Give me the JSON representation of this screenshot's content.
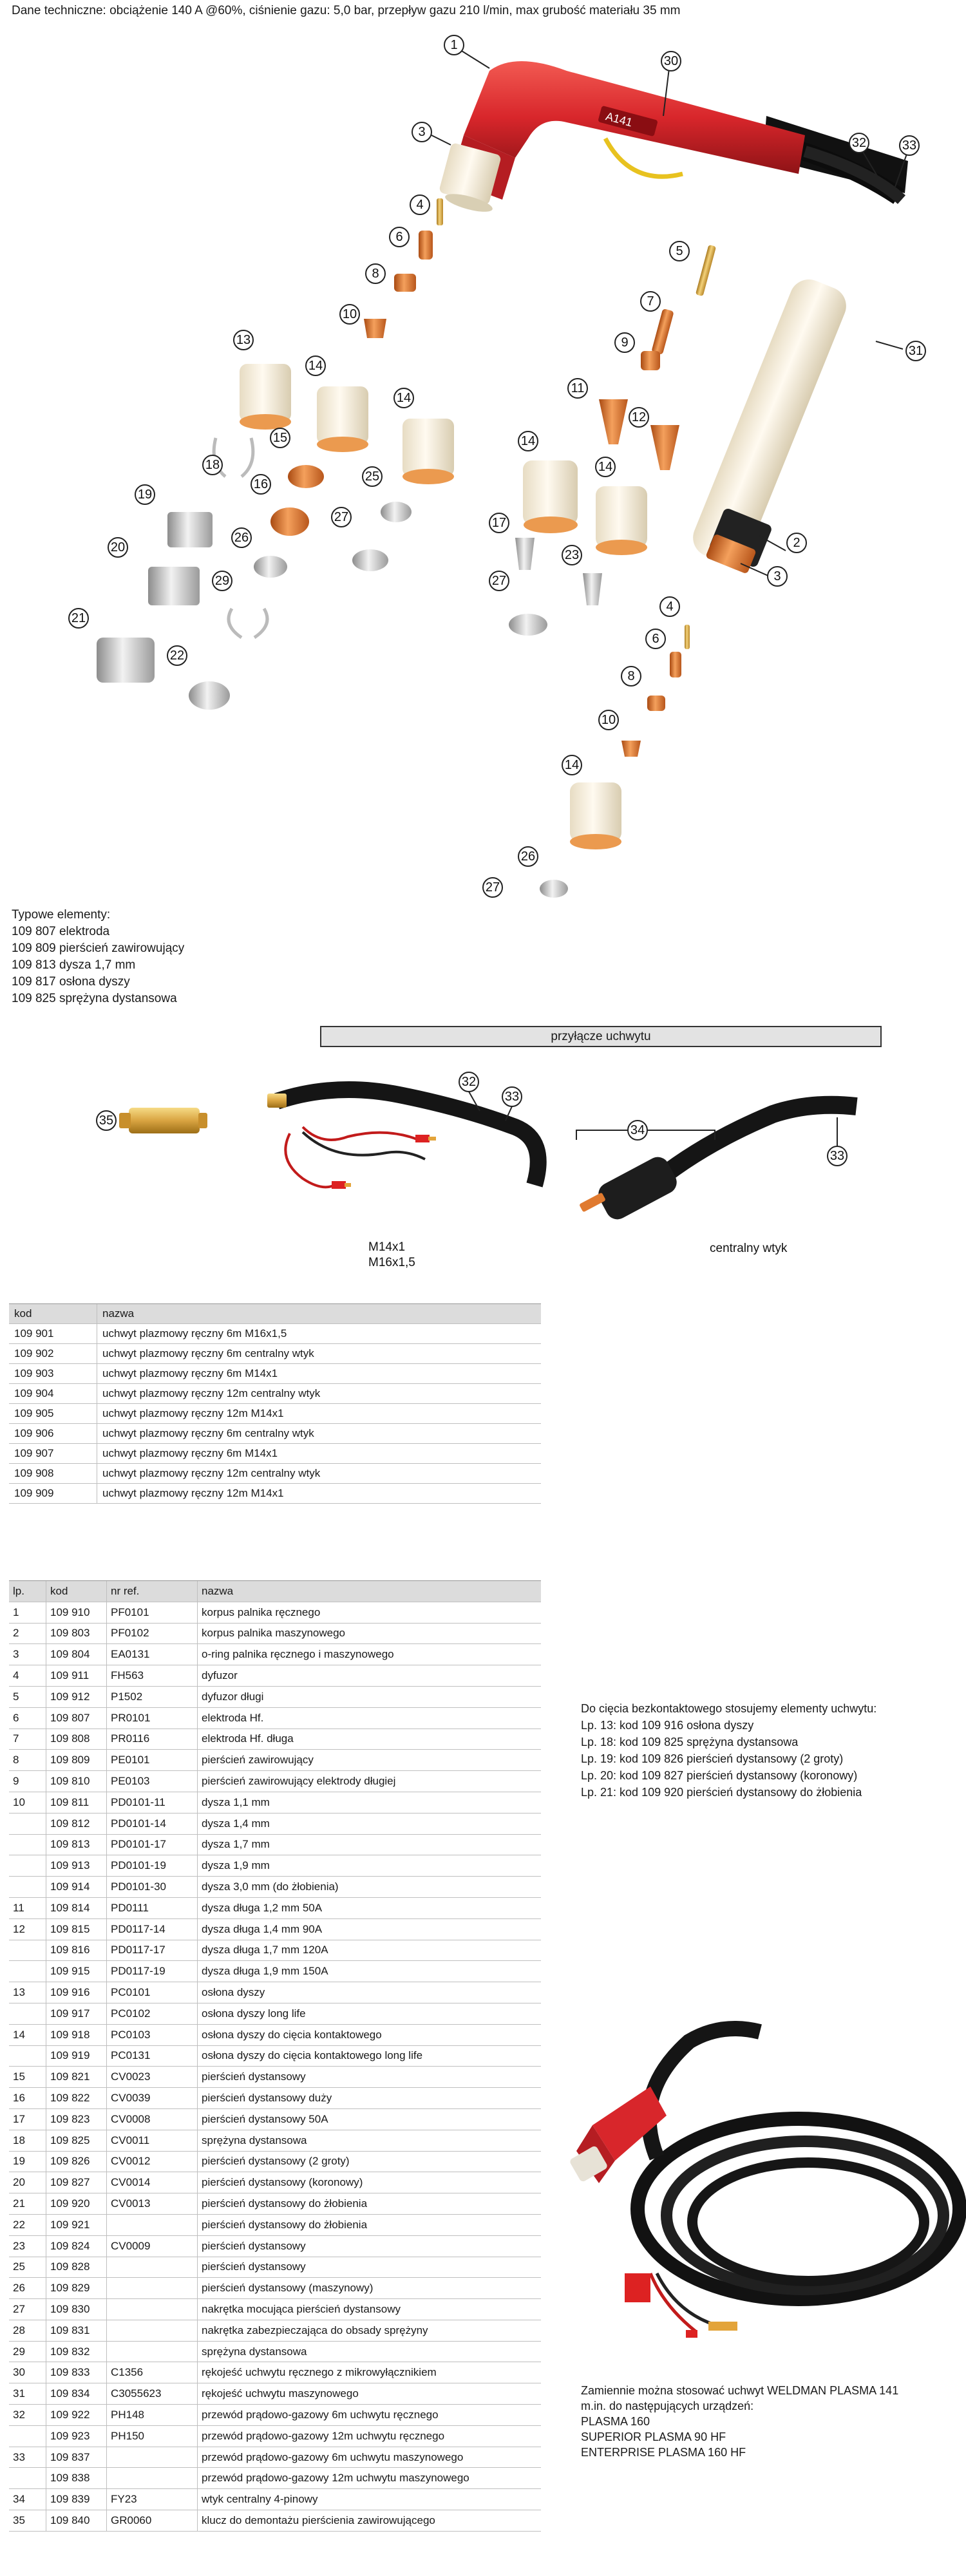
{
  "tech_data": "Dane techniczne: obciążenie 140 A @60%, ciśnienie gazu: 5,0 bar, przepływ gazu 210 l/min, max grubość materiału 35 mm",
  "torch_model_text": "A141",
  "callouts": {
    "c1": "1",
    "c30": "30",
    "c3a": "3",
    "c32a": "32",
    "c33a": "33",
    "c4a": "4",
    "c6a": "6",
    "c8a": "8",
    "c10a": "10",
    "c5": "5",
    "c7": "7",
    "c9": "9",
    "c11": "11",
    "c12": "12",
    "c31": "31",
    "c13": "13",
    "c14a": "14",
    "c14b": "14",
    "c14c": "14",
    "c14d": "14",
    "c14e": "14",
    "c18": "18",
    "c15": "15",
    "c16": "16",
    "c25": "25",
    "c19": "19",
    "c20": "20",
    "c26a": "26",
    "c27a": "27",
    "c29": "29",
    "c21": "21",
    "c22": "22",
    "c17": "17",
    "c23": "23",
    "c27b": "27",
    "c2": "2",
    "c3b": "3",
    "c4b": "4",
    "c6b": "6",
    "c8b": "8",
    "c10b": "10",
    "c26b": "26",
    "c27c": "27",
    "c35": "35",
    "c32b": "32",
    "c33b": "33",
    "c34": "34",
    "c33c": "33"
  },
  "typical": {
    "title": "Typowe elementy:",
    "items": [
      "109 807 elektroda",
      "109 809 pierścień zawirowujący",
      "109 813 dysza 1,7 mm",
      "109 817 osłona dyszy",
      "109 825 sprężyna dystansowa"
    ]
  },
  "connection": {
    "header": "przyłącze uchwytu",
    "label_m14": "M14x1",
    "label_m16": "M16x1,5",
    "label_central": "centralny wtyk"
  },
  "table1": {
    "headers": [
      "kod",
      "nazwa"
    ],
    "rows": [
      [
        "109 901",
        "uchwyt plazmowy ręczny 6m M16x1,5"
      ],
      [
        "109 902",
        "uchwyt plazmowy ręczny 6m centralny wtyk"
      ],
      [
        "109 903",
        "uchwyt plazmowy ręczny 6m M14x1"
      ],
      [
        "109 904",
        "uchwyt plazmowy ręczny 12m centralny wtyk"
      ],
      [
        "109 905",
        "uchwyt plazmowy ręczny 12m M14x1"
      ],
      [
        "109 906",
        "uchwyt plazmowy ręczny 6m centralny wtyk"
      ],
      [
        "109 907",
        "uchwyt plazmowy ręczny 6m M14x1"
      ],
      [
        "109 908",
        "uchwyt plazmowy ręczny 12m centralny wtyk"
      ],
      [
        "109 909",
        "uchwyt plazmowy ręczny 12m M14x1"
      ]
    ]
  },
  "table2": {
    "headers": [
      "lp.",
      "kod",
      "nr ref.",
      "nazwa"
    ],
    "rows": [
      [
        "1",
        "109 910",
        "PF0101",
        "korpus palnika ręcznego"
      ],
      [
        "2",
        "109 803",
        "PF0102",
        "korpus palnika maszynowego"
      ],
      [
        "3",
        "109 804",
        "EA0131",
        "o-ring palnika ręcznego i maszynowego"
      ],
      [
        "4",
        "109 911",
        "FH563",
        "dyfuzor"
      ],
      [
        "5",
        "109 912",
        "P1502",
        "dyfuzor długi"
      ],
      [
        "6",
        "109 807",
        "PR0101",
        "elektroda Hf."
      ],
      [
        "7",
        "109 808",
        "PR0116",
        "elektroda Hf. długa"
      ],
      [
        "8",
        "109 809",
        "PE0101",
        "pierścień zawirowujący"
      ],
      [
        "9",
        "109 810",
        "PE0103",
        "pierścień zawirowujący elektrody długiej"
      ],
      [
        "10",
        "109 811",
        "PD0101-11",
        "dysza 1,1 mm"
      ],
      [
        "",
        "109 812",
        "PD0101-14",
        "dysza 1,4 mm"
      ],
      [
        "",
        "109 813",
        "PD0101-17",
        "dysza 1,7 mm"
      ],
      [
        "",
        "109 913",
        "PD0101-19",
        "dysza 1,9 mm"
      ],
      [
        "",
        "109 914",
        "PD0101-30",
        "dysza 3,0 mm (do żłobienia)"
      ],
      [
        "11",
        "109 814",
        "PD0111",
        "dysza długa 1,2 mm 50A"
      ],
      [
        "12",
        "109 815",
        "PD0117-14",
        "dysza długa 1,4 mm 90A"
      ],
      [
        "",
        "109 816",
        "PD0117-17",
        "dysza długa 1,7 mm 120A"
      ],
      [
        "",
        "109 915",
        "PD0117-19",
        "dysza długa 1,9 mm 150A"
      ],
      [
        "13",
        "109 916",
        "PC0101",
        "osłona dyszy"
      ],
      [
        "",
        "109 917",
        "PC0102",
        "osłona dyszy long life"
      ],
      [
        "14",
        "109 918",
        "PC0103",
        "osłona dyszy do cięcia kontaktowego"
      ],
      [
        "",
        "109 919",
        "PC0131",
        "osłona dyszy do cięcia kontaktowego long life"
      ],
      [
        "15",
        "109 821",
        "CV0023",
        "pierścień dystansowy"
      ],
      [
        "16",
        "109 822",
        "CV0039",
        "pierścień dystansowy duży"
      ],
      [
        "17",
        "109 823",
        "CV0008",
        "pierścień dystansowy 50A"
      ],
      [
        "18",
        "109 825",
        "CV0011",
        "sprężyna dystansowa"
      ],
      [
        "19",
        "109 826",
        "CV0012",
        "pierścień dystansowy (2 groty)"
      ],
      [
        "20",
        "109 827",
        "CV0014",
        "pierścień dystansowy (koronowy)"
      ],
      [
        "21",
        "109 920",
        "CV0013",
        "pierścień dystansowy do żłobienia"
      ],
      [
        "22",
        "109 921",
        "",
        "pierścień dystansowy do żłobienia"
      ],
      [
        "23",
        "109 824",
        "CV0009",
        "pierścień dystansowy"
      ],
      [
        "25",
        "109 828",
        "",
        "pierścień dystansowy"
      ],
      [
        "26",
        "109 829",
        "",
        "pierścień dystansowy  (maszynowy)"
      ],
      [
        "27",
        "109 830",
        "",
        "nakrętka mocująca pierścień dystansowy"
      ],
      [
        "28",
        "109 831",
        "",
        "nakrętka zabezpieczająca do obsady sprężyny"
      ],
      [
        "29",
        "109 832",
        "",
        "sprężyna dystansowa"
      ],
      [
        "30",
        "109 833",
        "C1356",
        "rękojeść uchwytu ręcznego z mikrowyłącznikiem"
      ],
      [
        "31",
        "109 834",
        "C3055623",
        "rękojeść uchwytu maszynowego"
      ],
      [
        "32",
        "109 922",
        "PH148",
        "przewód prądowo-gazowy 6m uchwytu ręcznego"
      ],
      [
        "",
        "109 923",
        "PH150",
        "przewód prądowo-gazowy 12m uchwytu ręcznego"
      ],
      [
        "33",
        "109 837",
        "",
        "przewód prądowo-gazowy 6m uchwytu maszynowego"
      ],
      [
        "",
        "109 838",
        "",
        "przewód prądowo-gazowy 12m uchwytu maszynowego"
      ],
      [
        "34",
        "109 839",
        "FY23",
        "wtyk centralny 4-pinowy"
      ],
      [
        "35",
        "109 840",
        "GR0060",
        "klucz do demontażu pierścienia zawirowującego"
      ]
    ]
  },
  "side_note": {
    "title": "Do cięcia bezkontaktowego stosujemy elementy uchwytu:",
    "lines": [
      "Lp. 13: kod 109 916 osłona dyszy",
      "Lp. 18: kod 109 825 sprężyna dystansowa",
      "Lp. 19: kod 109 826 pierścień dystansowy (2 groty)",
      "Lp. 20: kod 109 827 pierścień dystansowy (koronowy)",
      "Lp. 21: kod 109 920 pierścień dystansowy do żłobienia"
    ]
  },
  "bottom_note": {
    "lines": [
      "Zamiennie można stosować uchwyt WELDMAN PLASMA 141",
      "m.in. do następujących urządzeń:",
      "PLASMA 160",
      "SUPERIOR PLASMA 90 HF",
      "ENTERPRISE PLASMA 160 HF"
    ]
  },
  "colors": {
    "torch_red": "#d8262b",
    "ceramic": "#f3ead6",
    "copper": "#e0782f",
    "brass": "#d9a441",
    "steel": "#c9c9c9",
    "hose": "#1c1c1c"
  }
}
